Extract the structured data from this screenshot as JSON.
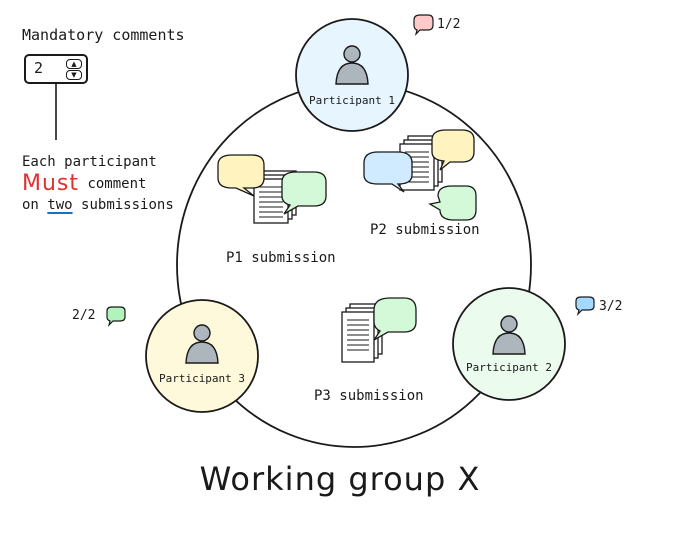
{
  "title": "Working group X",
  "mandatory": {
    "label": "Mandatory comments",
    "value": "2"
  },
  "rule": {
    "line1": "Each participant",
    "must": "Must",
    "line2_rest": "comment",
    "on": "on",
    "two": "two",
    "submissions": "submissions"
  },
  "participants": [
    {
      "label": "Participant 1",
      "count": "1/2",
      "fill": "#e7f5ff",
      "bubble_fill": "#ffc9c9",
      "bubble_icon": "chat-bubble-red-icon"
    },
    {
      "label": "Participant 2",
      "count": "3/2",
      "fill": "#ebfbee",
      "bubble_fill": "#a5d8ff",
      "bubble_icon": "chat-bubble-blue-icon"
    },
    {
      "label": "Participant 3",
      "count": "2/2",
      "fill": "#fff9db",
      "bubble_fill": "#b2f2bb",
      "bubble_icon": "chat-bubble-green-icon"
    }
  ],
  "submissions": [
    {
      "label": "P1 submission",
      "icon": "document-stack-icon",
      "comment_colors": [
        "#fff3bf",
        "#d3f9d8"
      ]
    },
    {
      "label": "P2 submission",
      "icon": "document-stack-icon",
      "comment_colors": [
        "#d0ebff",
        "#fff3bf",
        "#d3f9d8"
      ]
    },
    {
      "label": "P3 submission",
      "icon": "document-stack-icon",
      "comment_colors": [
        "#d3f9d8"
      ]
    }
  ],
  "colors": {
    "stroke": "#1a1a1a",
    "must_red": "#e03131",
    "underline_blue": "#1971c2",
    "person_gray": "#adb5bd"
  }
}
